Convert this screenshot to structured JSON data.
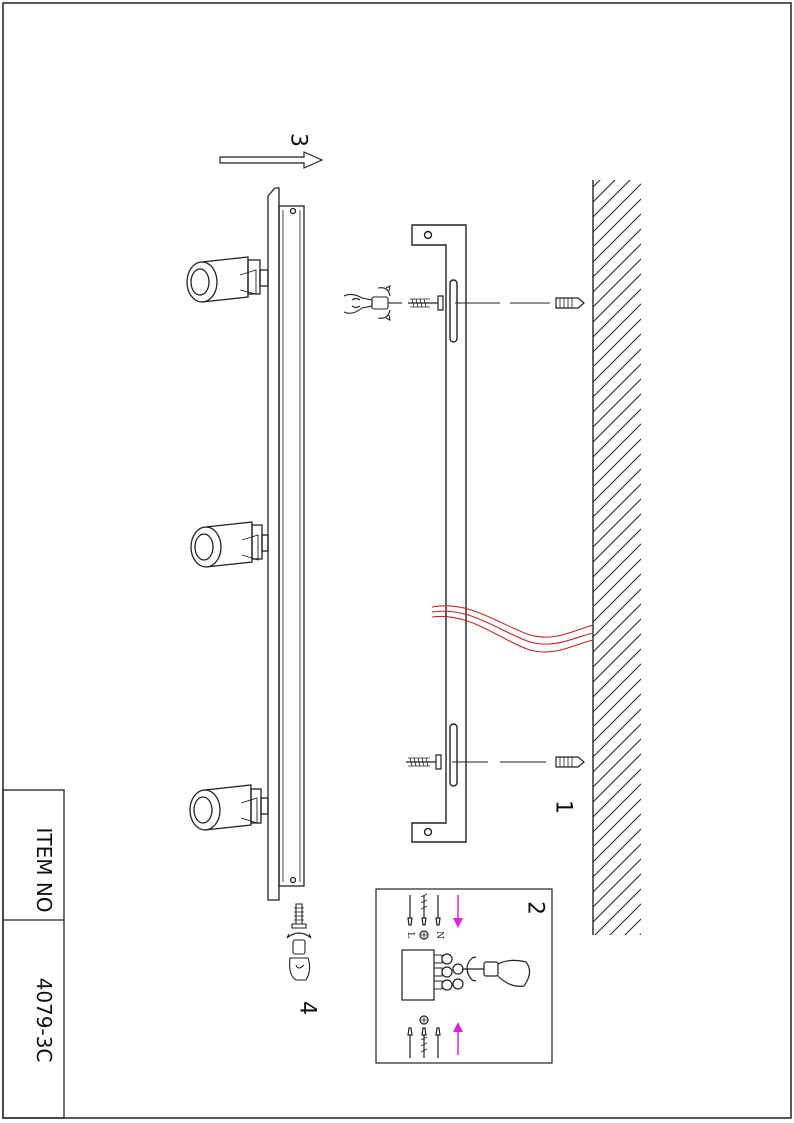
{
  "title_block": {
    "item_label": "ITEM NO",
    "item_number": "4079-3C"
  },
  "steps": {
    "step_1": "1",
    "step_2": "2",
    "step_3": "3",
    "step_4": "4"
  },
  "wiring": {
    "live_label": "L",
    "neutral_label": "N"
  },
  "colors": {
    "line": "#222222",
    "mains_cable": "#cc2222",
    "direction_arrow": "#e020e0"
  }
}
